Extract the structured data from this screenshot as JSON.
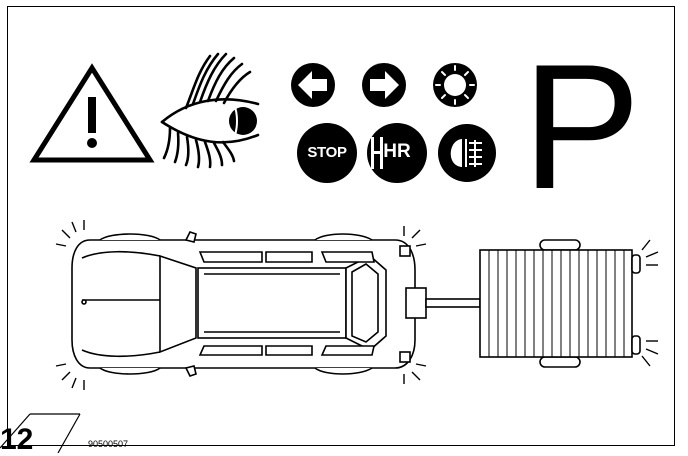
{
  "figure": {
    "number": "12",
    "code": "90500507"
  },
  "symbols": {
    "parking_letter": "P",
    "stop_label": "STOP",
    "hazard_switch_label": "HR"
  },
  "icons": [
    "warning-triangle-icon",
    "eye-icon",
    "left-arrow-icon",
    "right-arrow-icon",
    "light-icon",
    "stop-icon",
    "hr-icon",
    "headlight-icon",
    "parking-icon"
  ],
  "colors": {
    "ink": "#000000",
    "paper": "#ffffff"
  }
}
